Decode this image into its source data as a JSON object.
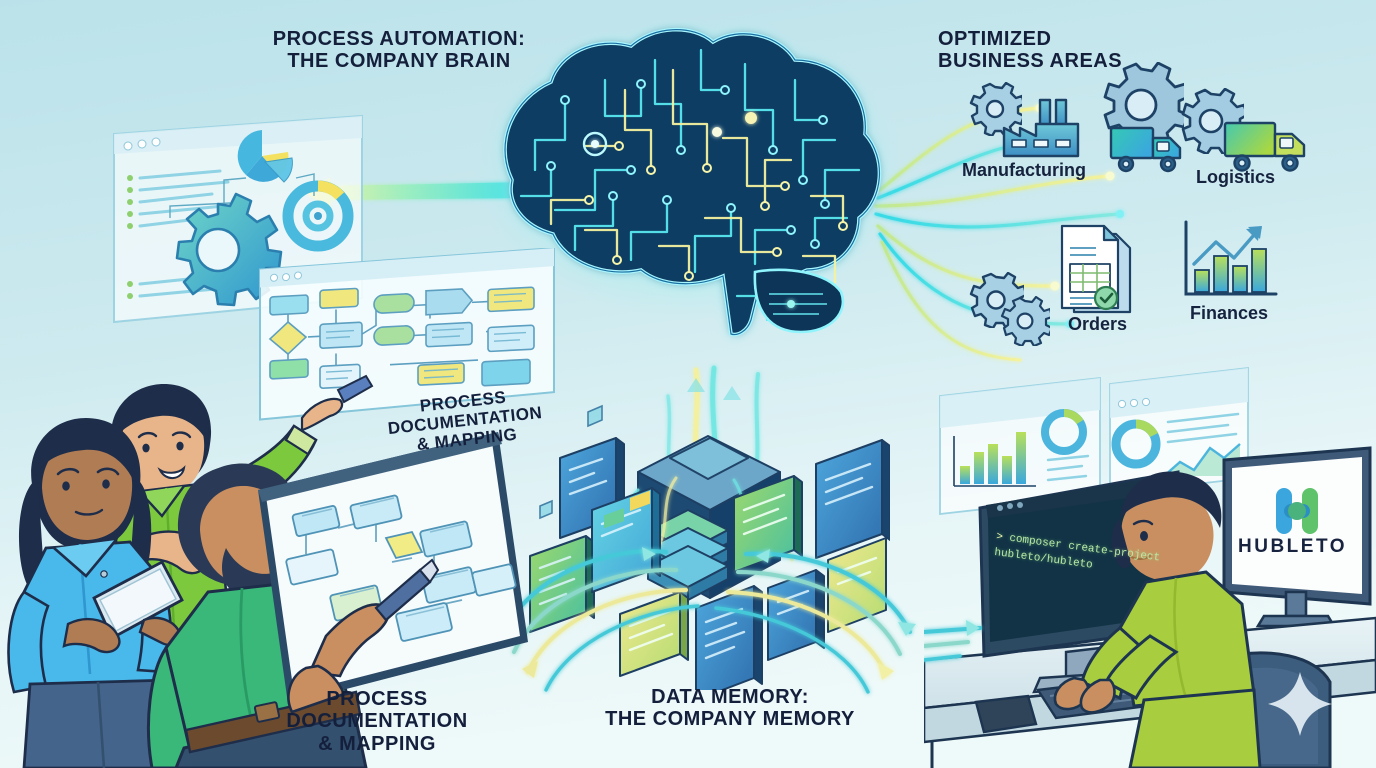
{
  "background": {
    "top_color": "#bfe3ea",
    "bottom_color": "#e9f6f7",
    "accent_cyan": "#32d6e6",
    "accent_yellow": "#f2ef8a",
    "accent_green": "#8fd44a",
    "ink": "#16233f"
  },
  "headings": {
    "process_automation": "Process Automation:\nThe Company Brain",
    "optimized_business_areas": "Optimized\nBusiness Areas",
    "data_memory": "Data Memory:\nThe Company Memory",
    "process_documentation_bottom": "Process\nDocumentation\n& Mapping",
    "process_documentation_screen": "Process\nDocumentation\n& Mapping"
  },
  "business_areas": [
    {
      "id": "manufacturing",
      "label": "Manufacturing",
      "icon": "factory-icon"
    },
    {
      "id": "logistics",
      "label": "Logistics",
      "icon": "truck-icon"
    },
    {
      "id": "orders",
      "label": "Orders",
      "icon": "document-check-icon"
    },
    {
      "id": "finances",
      "label": "Finances",
      "icon": "bar-chart-growth-icon"
    }
  ],
  "terminal": {
    "prompt": ">",
    "command": "composer create-project",
    "package": "hubleto/hubleto"
  },
  "brand": {
    "name": "HUBLETO",
    "logo_colors": [
      "#3aa6dd",
      "#5ec36a"
    ]
  },
  "people": [
    {
      "id": "woman-tablet",
      "shirt": "#4bb4e8",
      "holds": "tablet"
    },
    {
      "id": "woman-pointing",
      "shirt": "#7ac943",
      "holds": "stylus"
    },
    {
      "id": "man-bearded",
      "shirt": "#39b87a",
      "holds": "stylus"
    },
    {
      "id": "developer",
      "shirt": "#9ecb3c",
      "holds": "keyboard"
    }
  ],
  "icons": {
    "brain": "circuit-brain-icon",
    "gear": "gear-icon",
    "data_cube": "isometric-data-cube-icon",
    "sparkle": "sparkle-icon",
    "browser_dots": 3
  }
}
